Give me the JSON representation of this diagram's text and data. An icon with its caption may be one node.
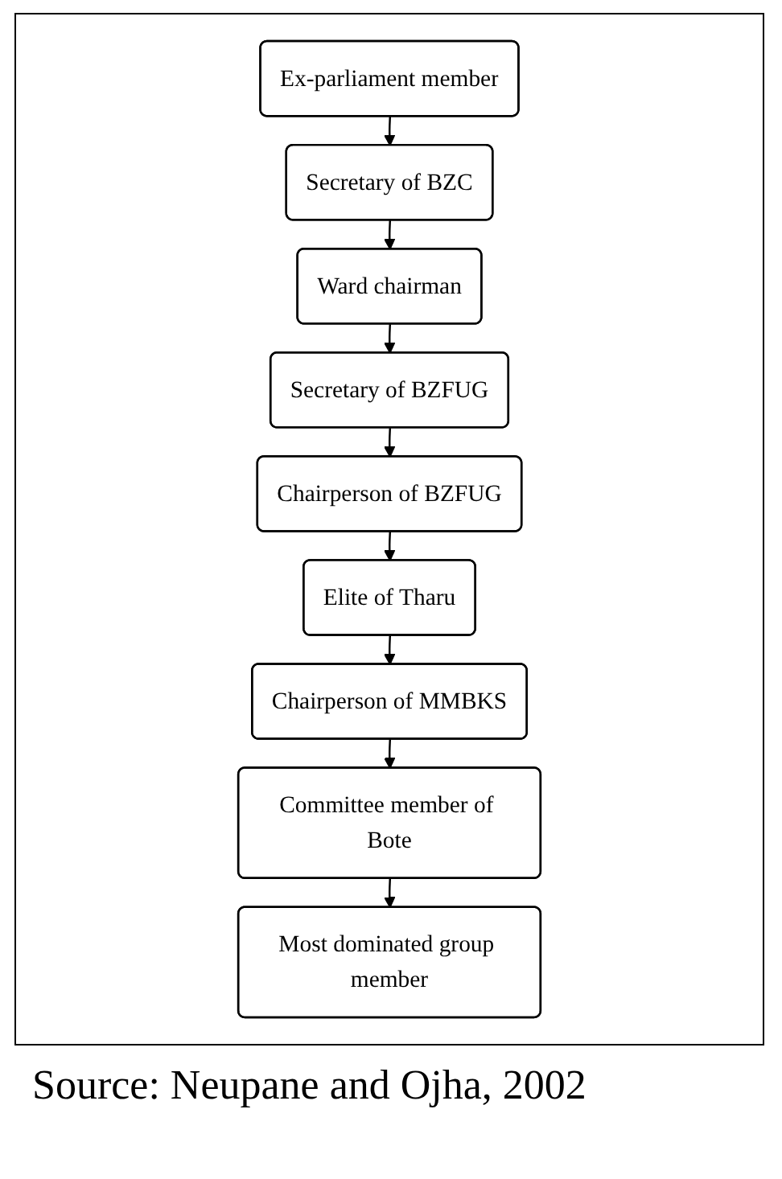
{
  "diagram": {
    "caption": "Source: Neupane and Ojha, 2002",
    "nodes": [
      {
        "text": [
          "Ex-parliament member"
        ]
      },
      {
        "text": [
          "Secretary of BZC"
        ]
      },
      {
        "text": [
          "Ward chairman"
        ]
      },
      {
        "text": [
          "Secretary of BZFUG"
        ]
      },
      {
        "text": [
          "Chairperson of BZFUG"
        ]
      },
      {
        "text": [
          "Elite of Tharu"
        ]
      },
      {
        "text": [
          "Chairperson of MMBKS"
        ]
      },
      {
        "text": [
          "Committee member of Bote"
        ]
      },
      {
        "text": [
          "Most dominated group member"
        ]
      }
    ],
    "edges": [
      {
        "from": 0,
        "to": 1,
        "arrow": "to"
      },
      {
        "from": 1,
        "to": 2,
        "arrow": "to"
      },
      {
        "from": 2,
        "to": 3,
        "arrow": "to"
      },
      {
        "from": 3,
        "to": 4,
        "arrow": "to"
      },
      {
        "from": 4,
        "to": 5,
        "arrow": "to"
      },
      {
        "from": 5,
        "to": 6,
        "arrow": "to"
      },
      {
        "from": 6,
        "to": 7,
        "arrow": "to"
      },
      {
        "from": 7,
        "to": 8,
        "arrow": "to"
      }
    ]
  }
}
